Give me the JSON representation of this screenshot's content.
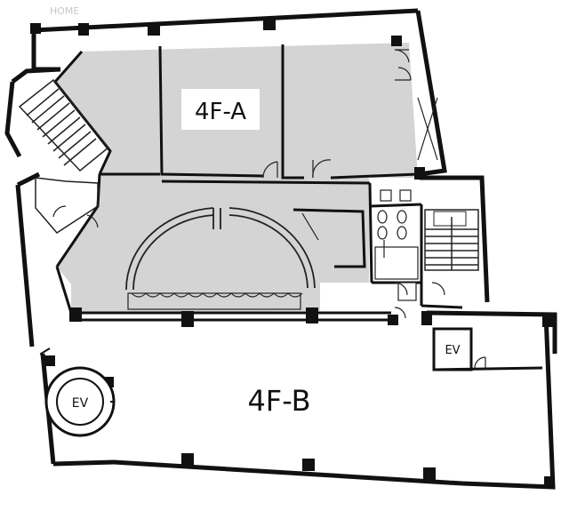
{
  "watermark": "HOME",
  "units": {
    "a": "4F-A",
    "b": "4F-B"
  },
  "elevators": {
    "ev1": "EV",
    "ev2": "EV"
  },
  "colors": {
    "wall": "#111111",
    "shaded": "#d4d4d4",
    "room_line": "#333333",
    "background": "#ffffff"
  }
}
